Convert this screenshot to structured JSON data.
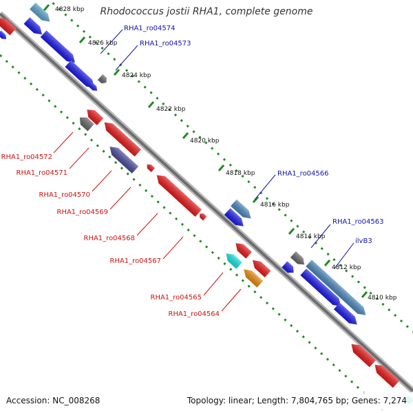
{
  "title": "Rhodococcus jostii RHA1, complete genome",
  "footer": {
    "accession": "Accession: NC_008268",
    "summary": "Topology: linear; Length: 7,804,765 bp; Genes: 7,274"
  },
  "colors": {
    "forward": "#1a1ae6",
    "reverse": "#e61a1a",
    "backbone": "#7a7a7a",
    "tick": "#1f8a1f",
    "forward_label": "#1111aa",
    "reverse_label": "#cc1111"
  },
  "scale_ticks": [
    "4828 kbp",
    "4826 kbp",
    "4824 kbp",
    "4822 kbp",
    "4820 kbp",
    "4818 kbp",
    "4816 kbp",
    "4814 kbp",
    "4812 kbp",
    "4810 kbp"
  ],
  "forward_labels": [
    "RHA1_ro04574",
    "RHA1_ro04573",
    "RHA1_ro04566",
    "RHA1_ro04563",
    "ilvB3"
  ],
  "reverse_labels": [
    "RHA1_ro04572",
    "RHA1_ro04571",
    "RHA1_ro04570",
    "RHA1_ro04569",
    "RHA1_ro04568",
    "RHA1_ro04567",
    "RHA1_ro04565",
    "RHA1_ro04564"
  ]
}
